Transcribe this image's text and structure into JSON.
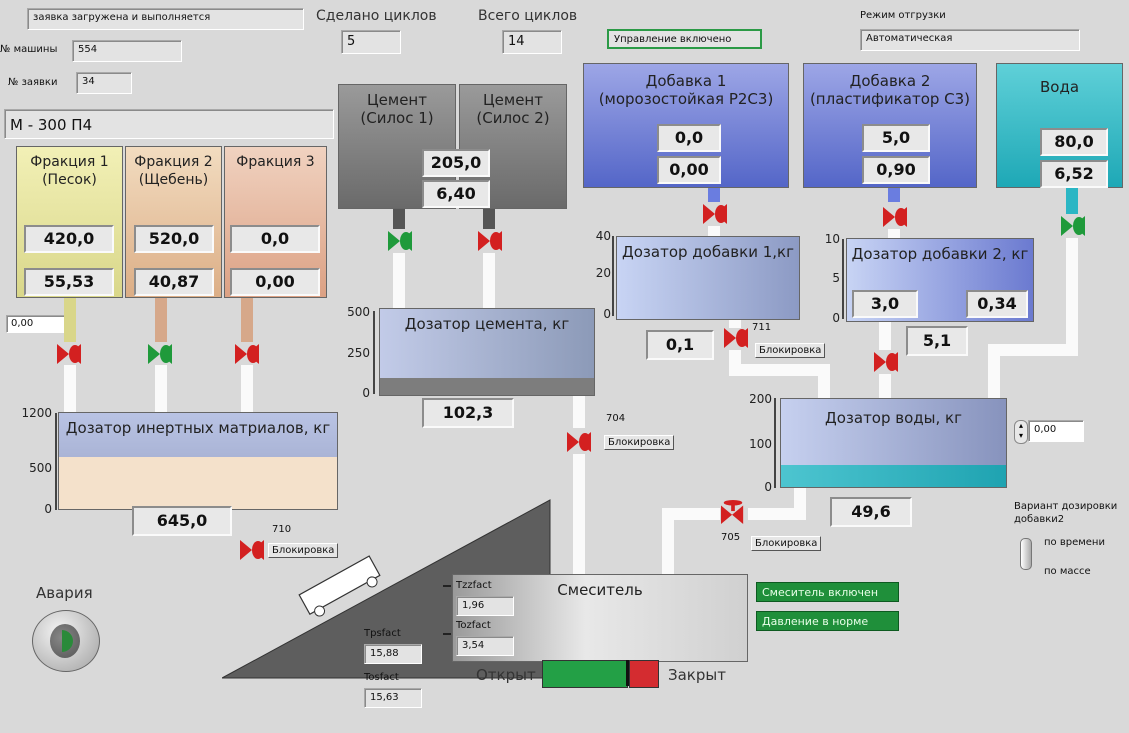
{
  "status": {
    "request_status": "заявка загружена и выполняется",
    "cycles_done_label": "Сделано циклов",
    "cycles_done": "5",
    "cycles_total_label": "Всего циклов",
    "cycles_total": "14",
    "control": "Управление включено",
    "mode_label": "Режим отгрузки",
    "mode": "Автоматическая",
    "machine_label": "№ машины",
    "machine": "554",
    "request_label": "№ заявки",
    "request": "34",
    "grade": "М - 300 П4"
  },
  "fractions": [
    {
      "title": "Фракция 1\n(Песок)",
      "set": "420,0",
      "act": "55,53",
      "color": "#e9e7a0",
      "valve": "red"
    },
    {
      "title": "Фракция 2\n(Щебень)",
      "set": "520,0",
      "act": "40,87",
      "color": "#e6c29e",
      "valve": "green"
    },
    {
      "title": "Фракция 3",
      "set": "0,0",
      "act": "0,00",
      "color": "#e2b39c",
      "valve": "red"
    }
  ],
  "small_input_left": "0,00",
  "cement": {
    "silo1": "Цемент\n(Силос 1)",
    "silo2": "Цемент\n(Силос 2)",
    "set": "205,0",
    "act": "6,40",
    "valve1": "green",
    "valve2": "red"
  },
  "additive1": {
    "title": "Добавка 1\n(морозостойкая Р2С3)",
    "set": "0,0",
    "act": "0,00"
  },
  "additive2": {
    "title": "Добавка 2\n(пластификатор С3)",
    "set": "5,0",
    "act": "0,90"
  },
  "water": {
    "title": "Вода",
    "set": "80,0",
    "act": "6,52"
  },
  "inert_doser": {
    "title": "Дозатор инертных матриалов, кг",
    "value": "645,0",
    "ticks": [
      "1200",
      "500",
      "0"
    ],
    "valve_no": "710",
    "block": "Блокировка",
    "fill_fraction": 0.54
  },
  "cement_doser": {
    "title": "Дозатор цемента, кг",
    "value": "102,3",
    "ticks": [
      "500",
      "250",
      "0"
    ],
    "valve_no": "704",
    "block": "Блокировка",
    "fill_fraction": 0.2
  },
  "add1_doser": {
    "title": "Дозатор добавки 1,кг",
    "value": "0,1",
    "ticks": [
      "40",
      "20",
      "0"
    ],
    "valve_no": "711",
    "block": "Блокировка"
  },
  "add2_doser": {
    "title": "Дозатор добавки 2, кг",
    "set": "3,0",
    "act": "0,34",
    "value": "5,1",
    "ticks": [
      "10",
      "5",
      "0"
    ]
  },
  "water_doser": {
    "title": "Дозатор воды, кг",
    "value": "49,6",
    "ticks": [
      "200",
      "100",
      "0"
    ],
    "valve_no": "705",
    "block": "Блокировка",
    "input": "0,00",
    "fill_fraction": 0.25
  },
  "mixer": {
    "title": "Смеситель",
    "tzz_label": "Tzzfact",
    "tzz": "1,96",
    "toz_label": "Tozfact",
    "toz": "3,54",
    "tps_label": "Tpsfact",
    "tps": "15,88",
    "tos_label": "Tosfact",
    "tos": "15,63",
    "open": "Открыт",
    "closed": "Закрыт",
    "status_on": "Смеситель включен",
    "pressure": "Давление в норме"
  },
  "dosing_variant": {
    "label": "Вариант дозировки\nдобавки2",
    "opt1": "по времени",
    "opt2": "по массе"
  },
  "alarm_label": "Авария",
  "colors": {
    "red": "#d32020",
    "green": "#1f9a3b",
    "water": "#2bb6c4",
    "additive": "#5b6fd0"
  }
}
